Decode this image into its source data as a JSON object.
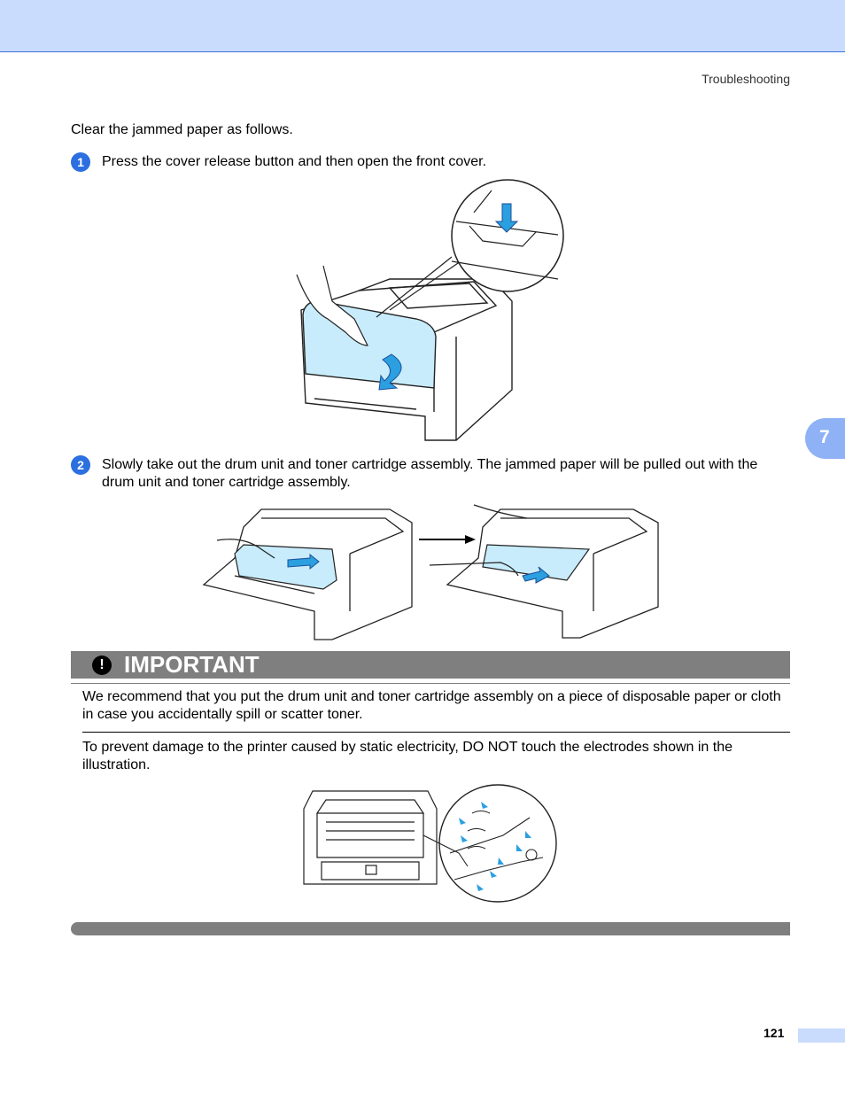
{
  "header": {
    "section": "Troubleshooting",
    "chapter": "7"
  },
  "intro": "Clear the jammed paper as follows.",
  "steps": [
    {
      "num": "1",
      "text": "Press the cover release button and then open the front cover."
    },
    {
      "num": "2",
      "text": "Slowly take out the drum unit and toner cartridge assembly. The jammed paper will be pulled out with the drum unit and toner cartridge assembly."
    }
  ],
  "important": {
    "icon": "!",
    "title": "IMPORTANT",
    "notes": [
      "We recommend that you put the drum unit and toner cartridge assembly on a piece of disposable paper or cloth in case you accidentally spill or scatter toner.",
      "To prevent damage to the printer caused by static electricity, DO NOT touch the electrodes shown in the illustration."
    ]
  },
  "footer": {
    "page_number": "121"
  },
  "colors": {
    "accent_blue": "#2b6fe0",
    "cover_blue": "#c8ecfb",
    "header_band": "#c9dcfd",
    "important_gray": "#807f80"
  }
}
